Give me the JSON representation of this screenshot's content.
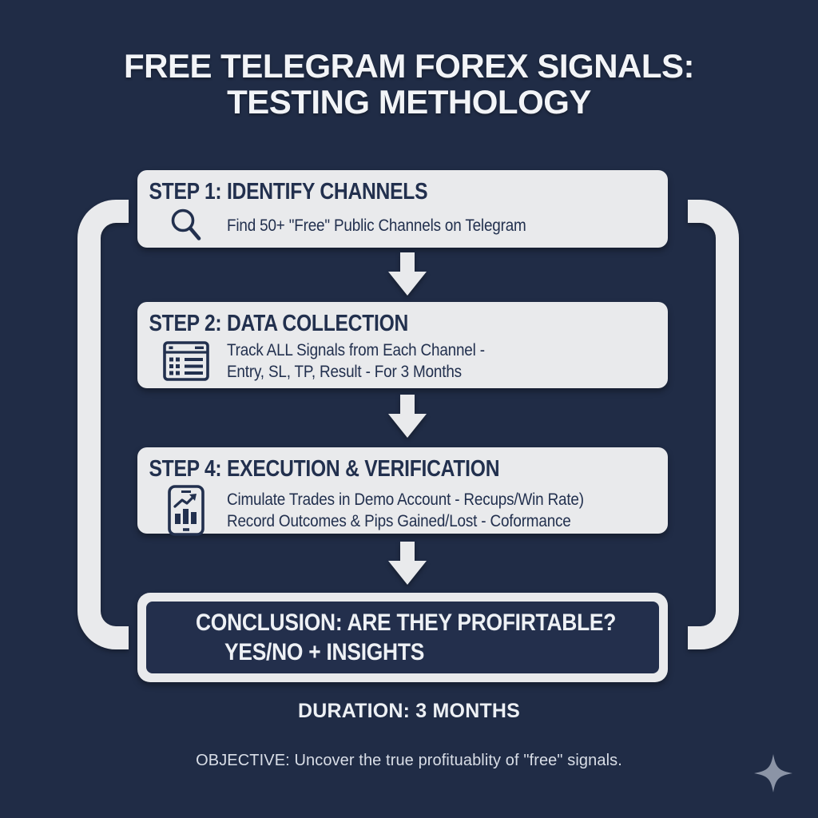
{
  "colors": {
    "background": "#202c46",
    "panel": "#e9eaec",
    "panel_text": "#22304e",
    "title_text": "#f2f4f7",
    "conclusion_fill": "#232f4c",
    "sparkle": "#8b94a6"
  },
  "title": {
    "line1": "FREE TELEGRAM FOREX SIGNALS:",
    "line2": "TESTING METHOLOGY"
  },
  "steps": [
    {
      "heading": "STEP 1: IDENTIFY CHANNELS",
      "icon": "magnifier-icon",
      "lines": [
        "Find 50+ \"Free\" Public Channels on Telegram"
      ]
    },
    {
      "heading": "STEP 2: DATA COLLECTION",
      "icon": "spreadsheet-icon",
      "lines": [
        "Track ALL Signals from Each Channel -",
        "Entry, SL, TP, Result - For 3 Months"
      ]
    },
    {
      "heading": "STEP 4: EXECUTION & VERIFICATION",
      "icon": "phone-chart-icon",
      "lines": [
        "Cimulate Trades in Demo Account - Recups/Win Rate)",
        "Record Outcomes & Pips Gained/Lost - Coformance"
      ]
    }
  ],
  "conclusion": {
    "line1": "CONCLUSION: ARE THEY PROFIRTABLE?",
    "line2": "YES/NO + INSIGHTS"
  },
  "duration": "DURATION: 3 MONTHS",
  "objective": "OBJECTIVE: Uncover the true profituablity of \"free\" signals."
}
